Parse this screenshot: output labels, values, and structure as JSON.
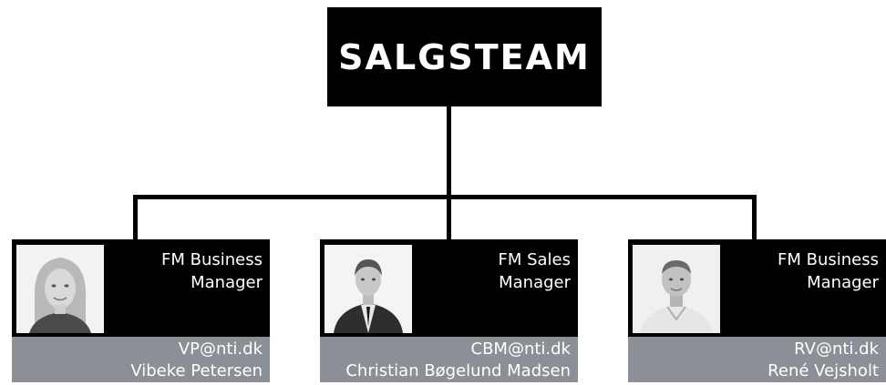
{
  "title": "SALGSTEAM",
  "colors": {
    "box": "#000000",
    "footer": "#8b8f96",
    "text": "#ffffff",
    "line": "#000000"
  },
  "members": [
    {
      "role_line1": "FM Business",
      "role_line2": "Manager",
      "email": "VP@nti.dk",
      "name": "Vibeke Petersen",
      "photo": "woman-portrait"
    },
    {
      "role_line1": "FM Sales",
      "role_line2": "Manager",
      "email": "CBM@nti.dk",
      "name": "Christian Bøgelund Madsen",
      "photo": "man-portrait-suit"
    },
    {
      "role_line1": "FM Business",
      "role_line2": "Manager",
      "email": "RV@nti.dk",
      "name": "René Vejsholt",
      "photo": "man-portrait-shirt"
    }
  ]
}
